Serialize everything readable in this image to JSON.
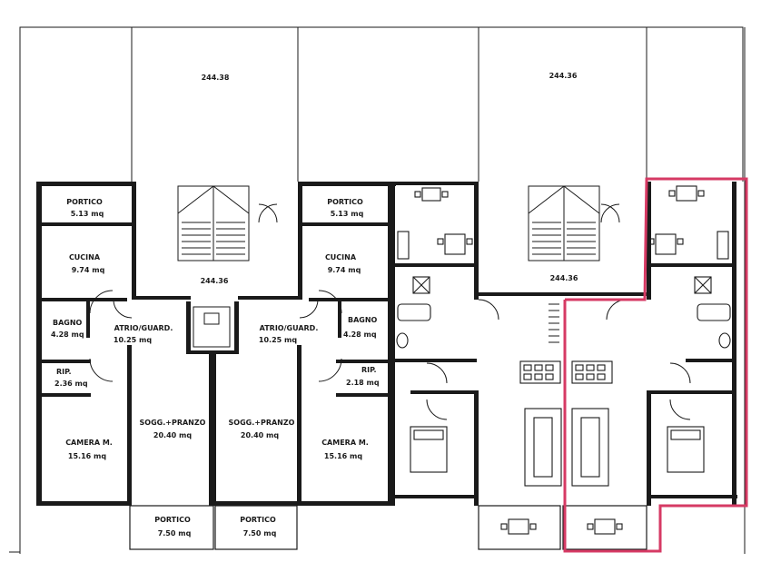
{
  "plan": {
    "highlight_color": "#d63a64",
    "labels": {
      "garden_left": "244.38",
      "garden_right": "244.36",
      "stair_left": "244.36",
      "stair_right": "244.36",
      "portico_top_left": {
        "name": "PORTICO",
        "area": "5.13 mq"
      },
      "portico_top_right": {
        "name": "PORTICO",
        "area": "5.13 mq"
      },
      "cucina_left": {
        "name": "CUCINA",
        "area": "9.74 mq"
      },
      "cucina_right": {
        "name": "CUCINA",
        "area": "9.74 mq"
      },
      "bagno_left": {
        "name": "BAGNO",
        "area": "4.28 mq"
      },
      "bagno_right": {
        "name": "BAGNO",
        "area": "4.28 mq"
      },
      "atrio_left": {
        "name": "ATRIO/GUARD.",
        "area": "10.25 mq"
      },
      "atrio_right": {
        "name": "ATRIO/GUARD.",
        "area": "10.25 mq"
      },
      "rip_left": {
        "name": "RIP.",
        "area": "2.36 mq"
      },
      "rip_right": {
        "name": "RIP.",
        "area": "2.18 mq"
      },
      "camera_left": {
        "name": "CAMERA M.",
        "area": "15.16 mq"
      },
      "camera_right": {
        "name": "CAMERA M.",
        "area": "15.16 mq"
      },
      "sogg_left": {
        "name": "SOGG.+PRANZO",
        "area": "20.40 mq"
      },
      "sogg_right": {
        "name": "SOGG.+PRANZO",
        "area": "20.40 mq"
      },
      "portico_bottom_left": {
        "name": "PORTICO",
        "area": "7.50 mq"
      },
      "portico_bottom_right": {
        "name": "PORTICO",
        "area": "7.50 mq"
      }
    }
  }
}
